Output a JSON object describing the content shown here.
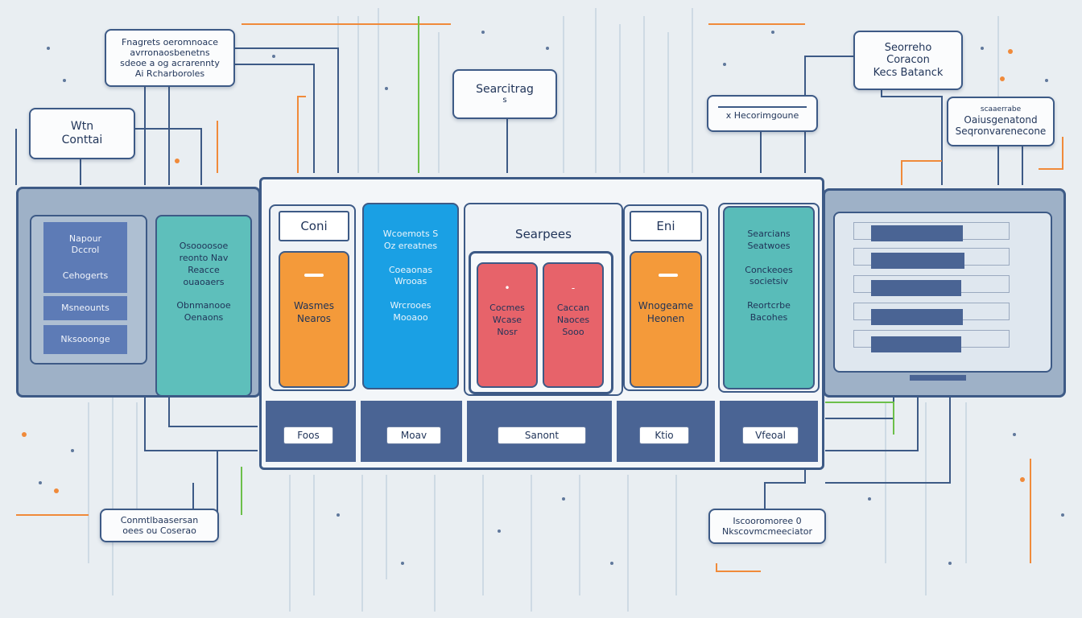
{
  "top_labels": {
    "top_left": [
      "Fnagrets oeromnoace",
      "avrronaosbenetns",
      "sdeoe a og acrarennty",
      "Ai Rcharboroles"
    ],
    "left_small": [
      "Wtn",
      "Conttai"
    ],
    "top_center": [
      "Searcitrag",
      "s"
    ],
    "right_mid": [
      "x Hecorimgoune"
    ],
    "top_right": [
      "Seorreho",
      "Coracon",
      "Kecs Batanck"
    ],
    "far_right": [
      "scaaerrabe",
      "Oaiusgenatond",
      "Seqronvarenecone"
    ]
  },
  "left_panel": {
    "items": [
      [
        "Napour",
        "Dccrol"
      ],
      [
        "Cehogerts"
      ],
      [
        "Msneounts"
      ],
      [
        "Nksooonge"
      ]
    ],
    "teal_card": [
      "Osoooosoe",
      "reonto Nav",
      "Reacce",
      "ouaoaers",
      "",
      "Obnmanooe",
      "Oenaons"
    ]
  },
  "hub": {
    "columns": [
      {
        "header": "Coni",
        "body": [
          "Wasmes",
          "Nearos"
        ],
        "footer": "Foos",
        "accent": "#f4a03c"
      },
      {
        "header": "",
        "body_top": [
          "Wcoemots S",
          "Oz ereatnes",
          "",
          "Coeaonas",
          "Wrooas",
          "",
          "Wrcrooes",
          "Mooaoo"
        ],
        "footer": "Moav",
        "accent": "#1aa0e4"
      },
      {
        "header": "Searpees",
        "cards": [
          [
            "Cocmes",
            "Wcase",
            "Nosr"
          ],
          [
            "Caccan",
            "Naoces",
            "Sooo"
          ]
        ],
        "footer": "Sanont",
        "accent": "#e7636a"
      },
      {
        "header": "Eni",
        "body": [
          "Wnogeame",
          "Heonen"
        ],
        "footer": "Ktio",
        "accent": "#f49a3a"
      },
      {
        "header": "",
        "body_top": [
          "Searcians",
          "Seatwoes",
          "",
          "Conckeoes",
          "societsiv",
          "",
          "Reortcrbe",
          "Bacohes"
        ],
        "footer": "Vfeoal",
        "accent": "#59bcb9"
      }
    ]
  },
  "bottom_labels": {
    "left": [
      "Conmtlbaasersan",
      "oees ou Coserao"
    ],
    "right": [
      "Iscooromoree 0",
      "Nkscovmcmeeciator"
    ]
  },
  "colors": {
    "navy": "#3d5a86",
    "teal": "#5ebfbb",
    "orange": "#f49a3a",
    "blue": "#1aa0e4",
    "red": "#e7636a"
  }
}
